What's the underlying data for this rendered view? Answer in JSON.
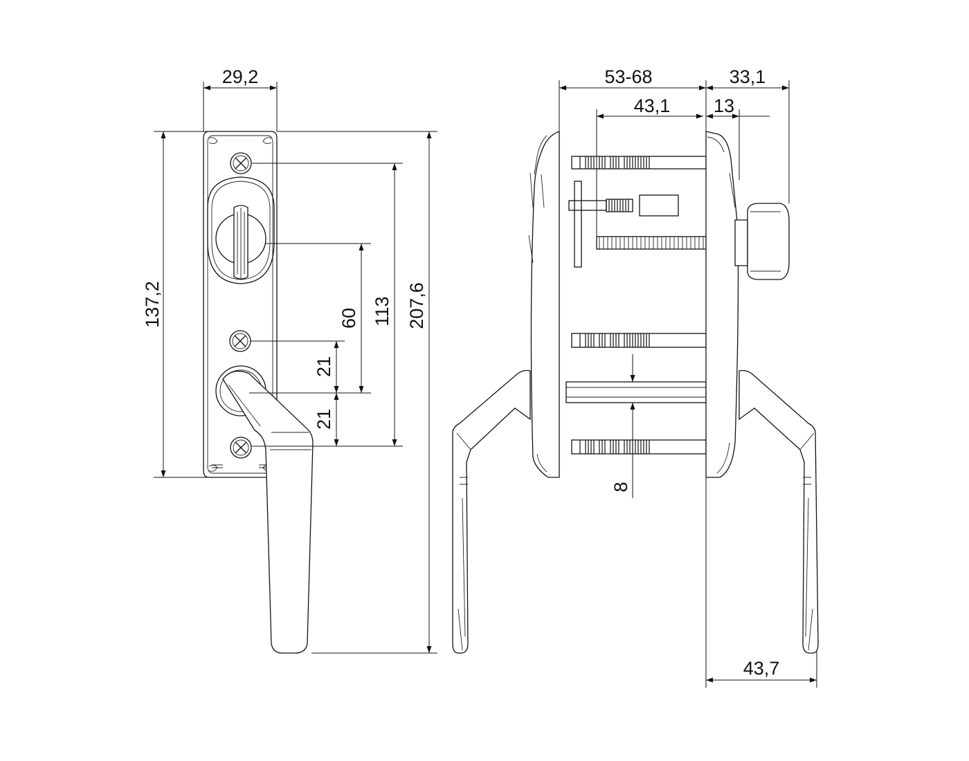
{
  "dimensions": {
    "front_width": "29,2",
    "front_plate_height": "137,2",
    "front_screw_center_distance": "113",
    "front_total_height": "207,6",
    "front_handle_to_key": "60",
    "front_spacing_upper": "21",
    "front_spacing_lower": "21",
    "side_door_thickness": "53-68",
    "side_spindle_length": "43,1",
    "side_knob_projection": "33,1",
    "side_knob_offset": "13",
    "side_spindle_size": "8",
    "side_handle_projection": "43,7"
  }
}
